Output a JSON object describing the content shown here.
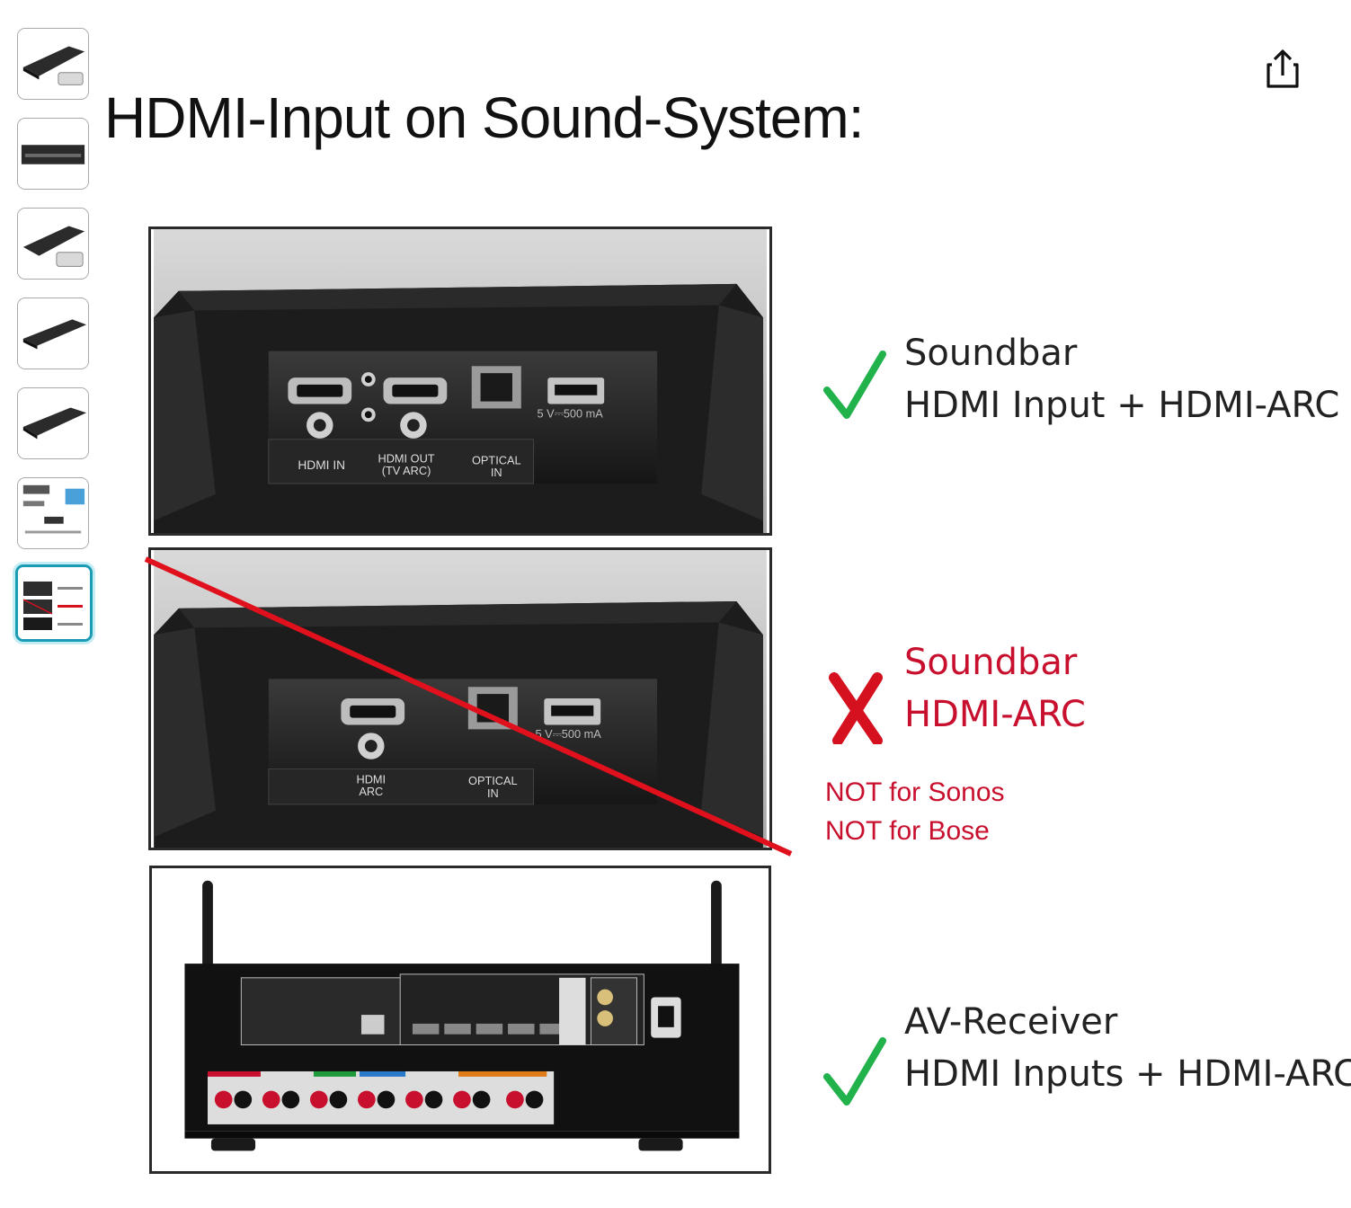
{
  "gallery": {
    "thumbnails": [
      {
        "name": "thumbnail-1",
        "selected": false
      },
      {
        "name": "thumbnail-2",
        "selected": false
      },
      {
        "name": "thumbnail-3",
        "selected": false
      },
      {
        "name": "thumbnail-4",
        "selected": false
      },
      {
        "name": "thumbnail-5",
        "selected": false
      },
      {
        "name": "thumbnail-6",
        "selected": false
      },
      {
        "name": "thumbnail-7",
        "selected": true
      }
    ],
    "share_icon": "share-icon"
  },
  "image": {
    "title": "HDMI-Input on Sound-System:",
    "panels": [
      {
        "ports": {
          "hdmi_in": "HDMI IN",
          "hdmi_out_1": "HDMI OUT",
          "hdmi_out_2": "(TV ARC)",
          "optical_1": "OPTICAL",
          "optical_2": "IN",
          "usb_rating": "5 V⎓500 mA"
        },
        "status": "check",
        "caption_line1": "Soundbar",
        "caption_line2": "HDMI Input + HDMI-ARC"
      },
      {
        "ports": {
          "hdmi_arc_1": "HDMI",
          "hdmi_arc_2": "ARC",
          "optical_1": "OPTICAL",
          "optical_2": "IN",
          "usb_rating": "5 V⎓500 mA"
        },
        "status": "cross",
        "caption_line1": "Soundbar",
        "caption_line2": "HDMI-ARC",
        "note_line1": "NOT for Sonos",
        "note_line2": "NOT for Bose"
      },
      {
        "status": "check",
        "caption_line1": "AV-Receiver",
        "caption_line2": "HDMI Inputs + HDMI-ARC"
      }
    ]
  },
  "colors": {
    "check": "#22b24c",
    "cross": "#d6111f",
    "accent_thumb": "#1a9cb4"
  }
}
